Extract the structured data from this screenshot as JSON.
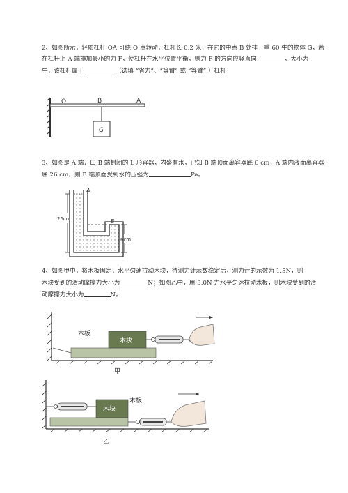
{
  "q2": {
    "line1": "2、如图所示，轻质杠杆 OA 可绕 O 点转动，杠杆长 0.2 米，在它的中点 B 处挂一重 60 牛的物体 G，若",
    "line2a": "在杠杆上 A 端施加最小的力 F，使杠杆在水平位置平衡，则力 F 的方向应竖直向",
    "line2b": "，大小为",
    "line3a": "牛，该杠杆属于",
    "line3b": "（选填 “省力”、“等臂” 或 “等臂” ）杠杆",
    "fig": {
      "label_o": "O",
      "label_b": "B",
      "label_a": "A",
      "label_g": "G"
    }
  },
  "q3": {
    "line1": "3、如图是 A 端开口 B 端封闭的 L 形容器，内盛有水，已知 B 端顶面离容器底 6 cm，A 端内液面离容器",
    "line2a": "底 26 cm，则 B 端顶面受到水的压强为",
    "line2b": "Pa。",
    "fig": {
      "label_a": "A",
      "label_b": "B",
      "label_26": "26cm",
      "label_6": "6cm"
    }
  },
  "q4": {
    "line1a": "4、如图甲中，将木板固定，水平匀速拉动木块，待测力计示数稳定后，测力计的示数为 1.5N，则",
    "line2a": "木块受到的滑动摩擦力大小为",
    "line2b": "N；如图乙中，用 3.0N 力水平匀速拉动木板，则木块受到的滑",
    "line3a": "动摩擦力大小为",
    "line3b": "N。",
    "fig_jia": {
      "board": "木板",
      "block": "木块",
      "caption": "甲"
    },
    "fig_yi": {
      "board": "木板",
      "block": "木块",
      "caption": "乙"
    }
  }
}
